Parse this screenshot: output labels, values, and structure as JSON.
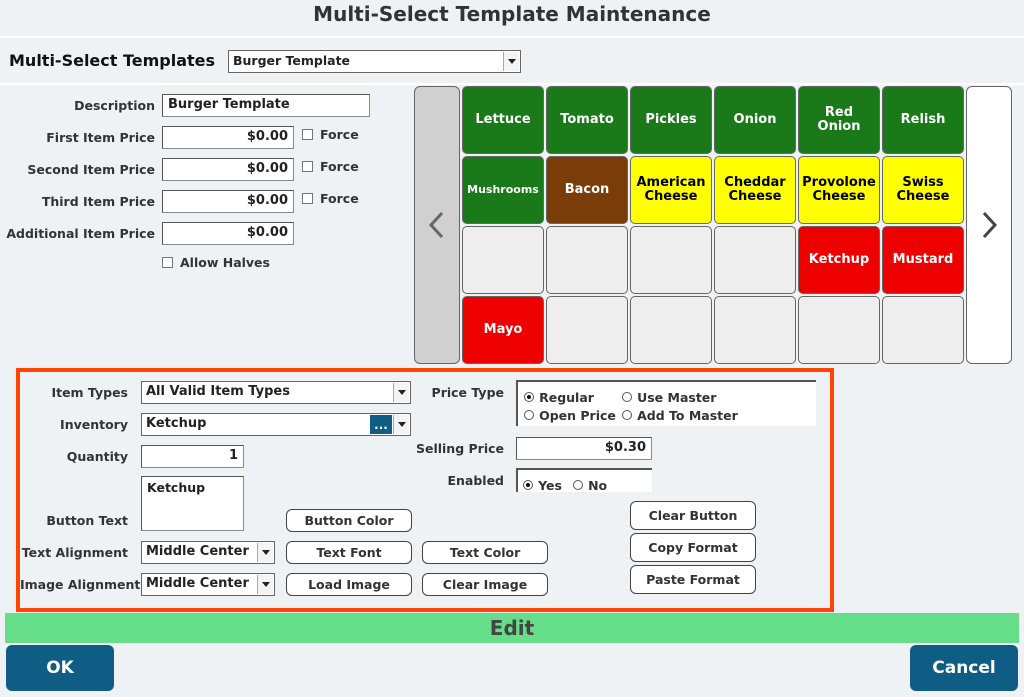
{
  "window_title": "Multi-Select Template Maintenance",
  "template_selector": {
    "label": "Multi-Select Templates",
    "value": "Burger Template"
  },
  "fields": {
    "description": {
      "label": "Description",
      "value": "Burger Template"
    },
    "first_price": {
      "label": "First Item Price",
      "value": "$0.00",
      "force_label": "Force"
    },
    "second_price": {
      "label": "Second Item Price",
      "value": "$0.00",
      "force_label": "Force"
    },
    "third_price": {
      "label": "Third Item Price",
      "value": "$0.00",
      "force_label": "Force"
    },
    "additional_price": {
      "label": "Additional Item Price",
      "value": "$0.00"
    },
    "allow_halves": {
      "label": "Allow Halves"
    }
  },
  "grid": {
    "buttons": [
      {
        "label": "Lettuce",
        "color": "#1a7a1a",
        "text_color": "#ffffff"
      },
      {
        "label": "Tomato",
        "color": "#1a7a1a",
        "text_color": "#ffffff"
      },
      {
        "label": "Pickles",
        "color": "#1a7a1a",
        "text_color": "#ffffff"
      },
      {
        "label": "Onion",
        "color": "#1a7a1a",
        "text_color": "#ffffff"
      },
      {
        "label": "Red\nOnion",
        "color": "#1a7a1a",
        "text_color": "#ffffff"
      },
      {
        "label": "Relish",
        "color": "#1a7a1a",
        "text_color": "#ffffff"
      },
      {
        "label": "Mushrooms",
        "color": "#1a7a1a",
        "text_color": "#ffffff"
      },
      {
        "label": "Bacon",
        "color": "#7a3d0a",
        "text_color": "#ffffff"
      },
      {
        "label": "American\nCheese",
        "color": "#ffff00",
        "text_color": "#000000"
      },
      {
        "label": "Cheddar\nCheese",
        "color": "#ffff00",
        "text_color": "#000000"
      },
      {
        "label": "Provolone\nCheese",
        "color": "#ffff00",
        "text_color": "#000000"
      },
      {
        "label": "Swiss\nCheese",
        "color": "#ffff00",
        "text_color": "#000000"
      },
      {
        "label": "",
        "color": "#eeeeee",
        "text_color": "#000000"
      },
      {
        "label": "",
        "color": "#eeeeee",
        "text_color": "#000000"
      },
      {
        "label": "",
        "color": "#eeeeee",
        "text_color": "#000000"
      },
      {
        "label": "",
        "color": "#eeeeee",
        "text_color": "#000000"
      },
      {
        "label": "Ketchup",
        "color": "#ee0000",
        "text_color": "#ffffff"
      },
      {
        "label": "Mustard",
        "color": "#ee0000",
        "text_color": "#ffffff"
      },
      {
        "label": "Mayo",
        "color": "#ee0000",
        "text_color": "#ffffff"
      },
      {
        "label": "",
        "color": "#eeeeee",
        "text_color": "#000000"
      },
      {
        "label": "",
        "color": "#eeeeee",
        "text_color": "#000000"
      },
      {
        "label": "",
        "color": "#eeeeee",
        "text_color": "#000000"
      },
      {
        "label": "",
        "color": "#eeeeee",
        "text_color": "#000000"
      },
      {
        "label": "",
        "color": "#eeeeee",
        "text_color": "#000000"
      }
    ],
    "prev_icon": "chevron-left-icon",
    "next_icon": "chevron-right-icon"
  },
  "edit": {
    "item_types": {
      "label": "Item Types",
      "value": "All Valid Item Types"
    },
    "inventory": {
      "label": "Inventory",
      "value": "Ketchup",
      "browse": "..."
    },
    "quantity": {
      "label": "Quantity",
      "value": "1"
    },
    "button_text": {
      "label": "Button Text",
      "value": "Ketchup"
    },
    "text_alignment": {
      "label": "Text Alignment",
      "value": "Middle Center"
    },
    "image_alignment": {
      "label": "Image Alignment",
      "value": "Middle Center"
    },
    "price_type": {
      "label": "Price Type",
      "options": [
        "Regular",
        "Use Master",
        "Open Price",
        "Add To Master"
      ],
      "selected": "Regular"
    },
    "selling_price": {
      "label": "Selling Price",
      "value": "$0.30"
    },
    "enabled": {
      "label": "Enabled",
      "yes": "Yes",
      "no": "No",
      "selected": "Yes"
    },
    "buttons": {
      "button_color": "Button Color",
      "text_font": "Text Font",
      "text_color": "Text Color",
      "load_image": "Load Image",
      "clear_image": "Clear Image",
      "clear_button": "Clear Button",
      "copy_format": "Copy Format",
      "paste_format": "Paste Format"
    },
    "highlight_color": "#ff4500"
  },
  "mode_bar": {
    "label": "Edit",
    "color": "#66dd88"
  },
  "footer": {
    "ok": "OK",
    "cancel": "Cancel"
  }
}
